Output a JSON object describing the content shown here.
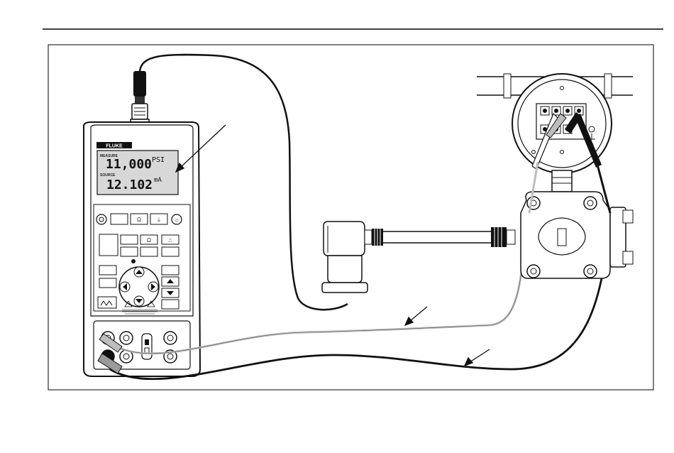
{
  "header": {
    "rule_color": "#000000"
  },
  "calibrator": {
    "brand": "FLUKE",
    "measure_label": "MEASURE",
    "measure_value": "11,000",
    "measure_unit": "PSI",
    "source_label": "SOURCE",
    "source_value": "12.102",
    "source_unit": "mA"
  },
  "colors": {
    "line": "#111111",
    "lcd": "#d8d8d8",
    "body": "#ffffff",
    "lead_gray": "#bdbdbd",
    "lead_black": "#111111"
  }
}
